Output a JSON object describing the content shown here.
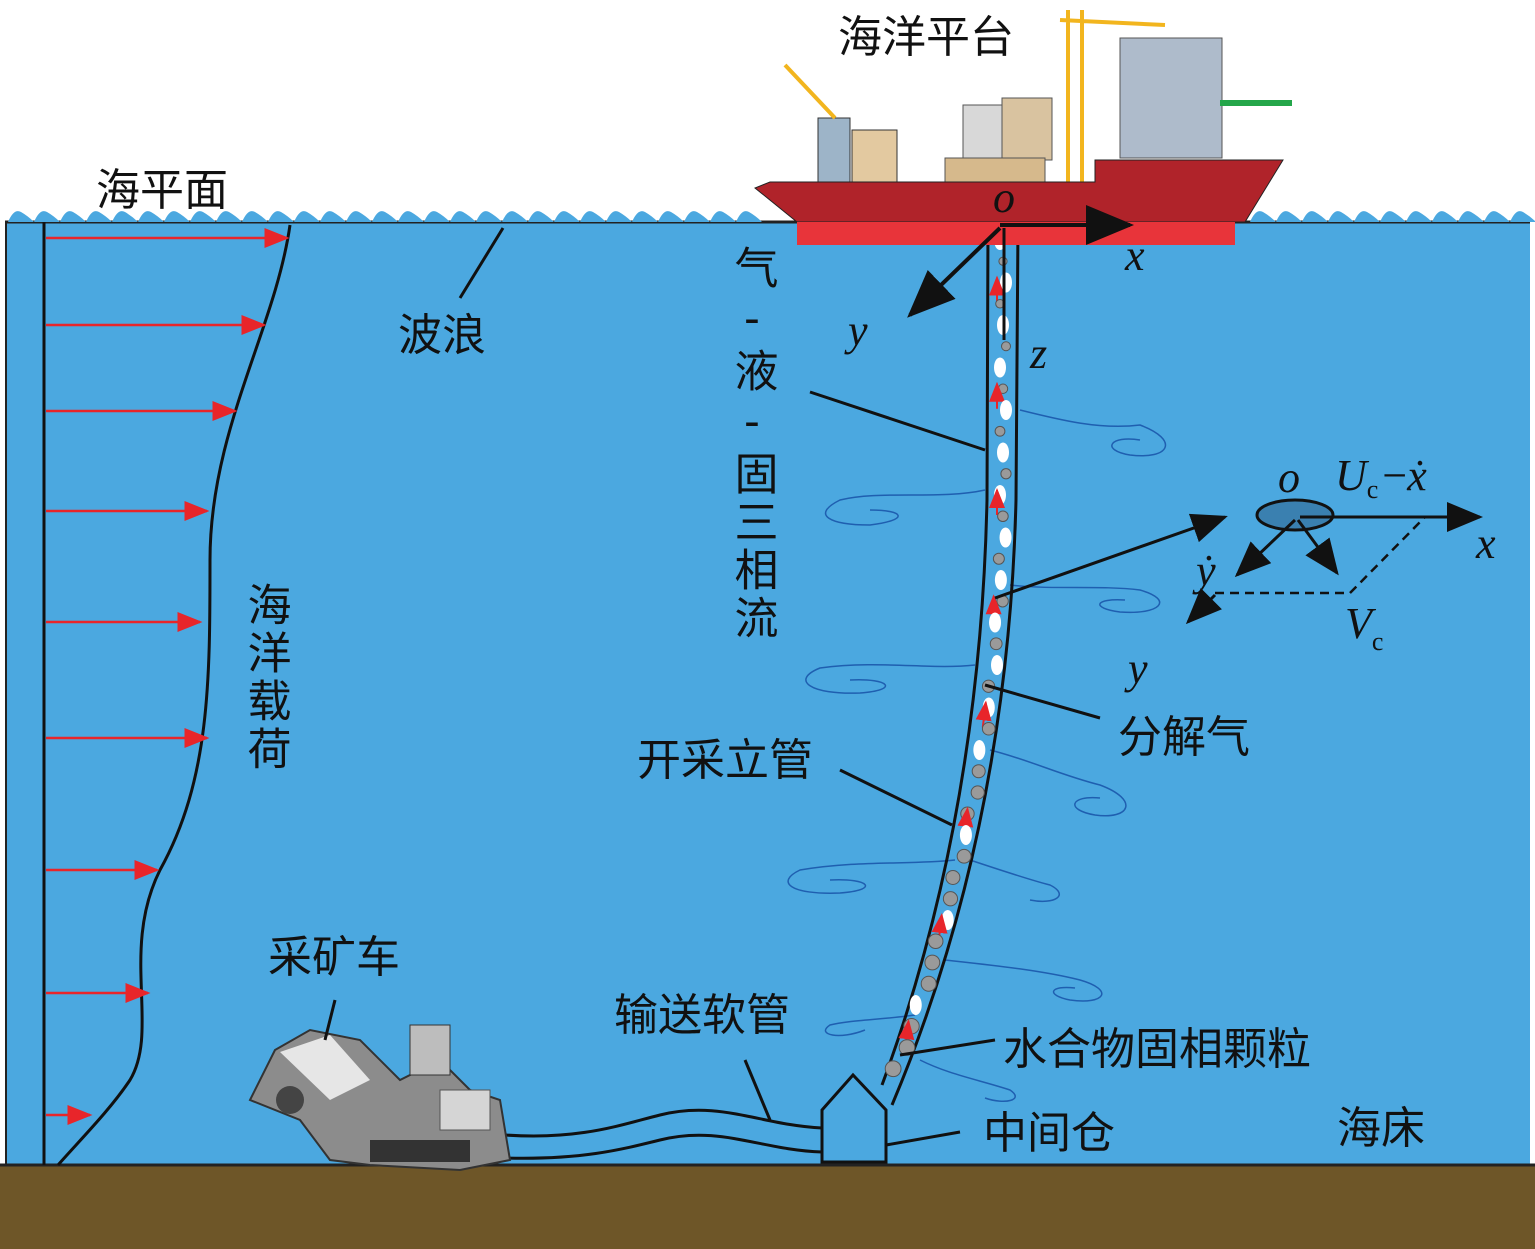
{
  "labels": {
    "platform": "海洋平台",
    "sea_level": "海平面",
    "waves": "波浪",
    "three_phase_flow": "气-液-固三相流",
    "ocean_load": "海洋载荷",
    "riser": "开采立管",
    "decomposed_gas": "分解气",
    "hydrate_particles": "水合物固相颗粒",
    "intermediate_bin": "中间仓",
    "seabed": "海床",
    "mining_vehicle": "采矿车",
    "flexible_hose": "输送软管"
  },
  "axes": {
    "origin": "o",
    "x": "x",
    "y": "y",
    "z": "z"
  },
  "local_axes": {
    "origin": "o",
    "x": "x",
    "y": "y",
    "y_dot": "ẏ",
    "uc_main": "U",
    "uc_sub": "c",
    "uc_rest": "−",
    "x_dot": "ẋ",
    "vc_main": "V",
    "vc_sub": "c"
  },
  "colors": {
    "sea": "#4BA8E0",
    "seabed": "#6E5628",
    "hull": "#B0232A",
    "hull_lower": "#E8343A",
    "load_arrow": "#E8252A",
    "vortex": "#1F5FB0",
    "crane": "#F2B51E"
  }
}
